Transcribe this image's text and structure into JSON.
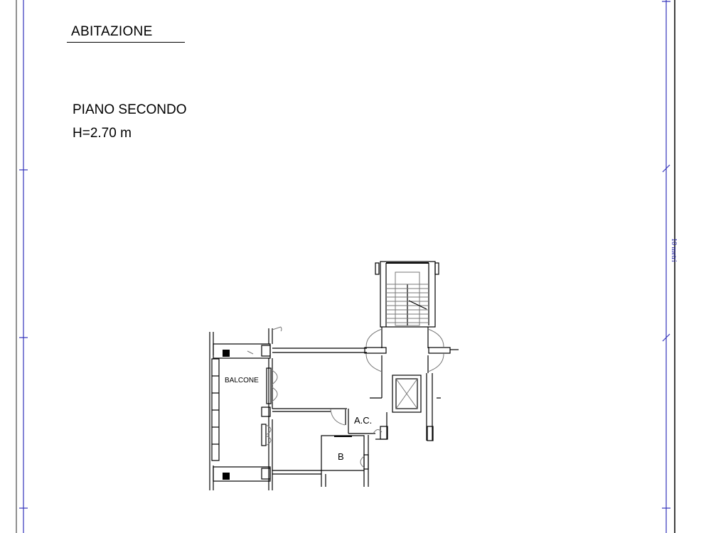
{
  "sheet": {
    "title": "ABITAZIONE",
    "floor": "PIANO SECONDO",
    "height": "H=2.70 m"
  },
  "plan": {
    "rooms": {
      "balcony": "BALCONE",
      "ac": "A.C.",
      "bathroom": "B"
    }
  },
  "scale_bar": {
    "label": "10 metri",
    "length_m": 10
  },
  "colors": {
    "frame_blue": "#3333bb",
    "ink": "#000000"
  }
}
